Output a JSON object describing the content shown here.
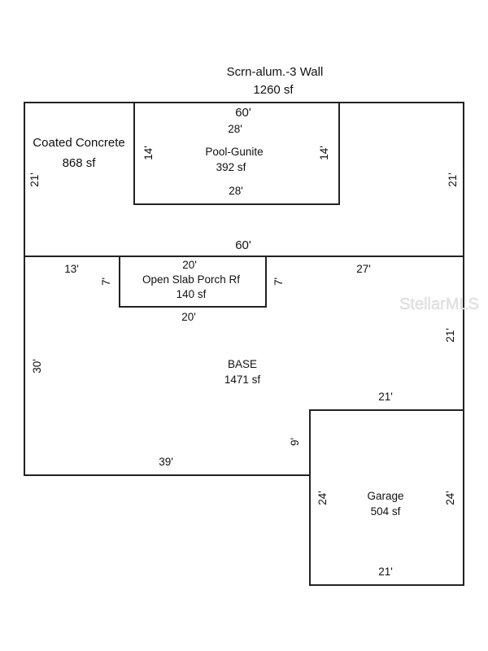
{
  "areas": {
    "screen": {
      "name": "Scrn-alum.-3 Wall",
      "area": "1260 sf"
    },
    "coated": {
      "name": "Coated Concrete",
      "area": "868 sf"
    },
    "pool": {
      "name": "Pool-Gunite",
      "area": "392 sf"
    },
    "porch": {
      "name": "Open Slab Porch Rf",
      "area": "140 sf"
    },
    "base": {
      "name": "BASE",
      "area": "1471 sf"
    },
    "garage": {
      "name": "Garage",
      "area": "504 sf"
    }
  },
  "dims": {
    "screen_top": "60'",
    "pool_top": "28'",
    "screen_left": "21'",
    "screen_right": "21'",
    "pool_left": "14'",
    "pool_right": "14'",
    "pool_bottom": "28'",
    "screen_bottom": "60'",
    "base_top_left": "13'",
    "porch_top": "20'",
    "porch_left": "7'",
    "porch_right": "7'",
    "porch_bottom": "20'",
    "base_top_right": "27'",
    "base_right": "21'",
    "base_left": "30'",
    "base_step": "21'",
    "base_step_side": "9'",
    "base_bottom": "39'",
    "garage_left": "24'",
    "garage_right": "24'",
    "garage_bottom": "21'"
  },
  "watermark": "StellarMLS"
}
